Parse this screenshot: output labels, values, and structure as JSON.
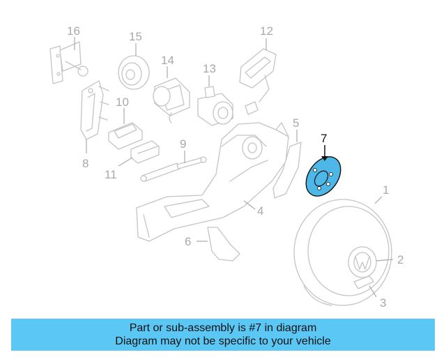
{
  "diagram": {
    "highlighted_part": "7",
    "highlight_color": "#4db8e8",
    "callouts": {
      "p1": "1",
      "p2": "2",
      "p3": "3",
      "p4": "4",
      "p5": "5",
      "p6": "6",
      "p7": "7",
      "p8": "8",
      "p9": "9",
      "p10": "10",
      "p11": "11",
      "p12": "12",
      "p13": "13",
      "p14": "14",
      "p15": "15",
      "p16": "16"
    }
  },
  "banner": {
    "line1": "Part or sub-assembly is #7 in diagram",
    "line2": "Diagram may not be specific to your vehicle",
    "color": "#5bc7f5"
  }
}
